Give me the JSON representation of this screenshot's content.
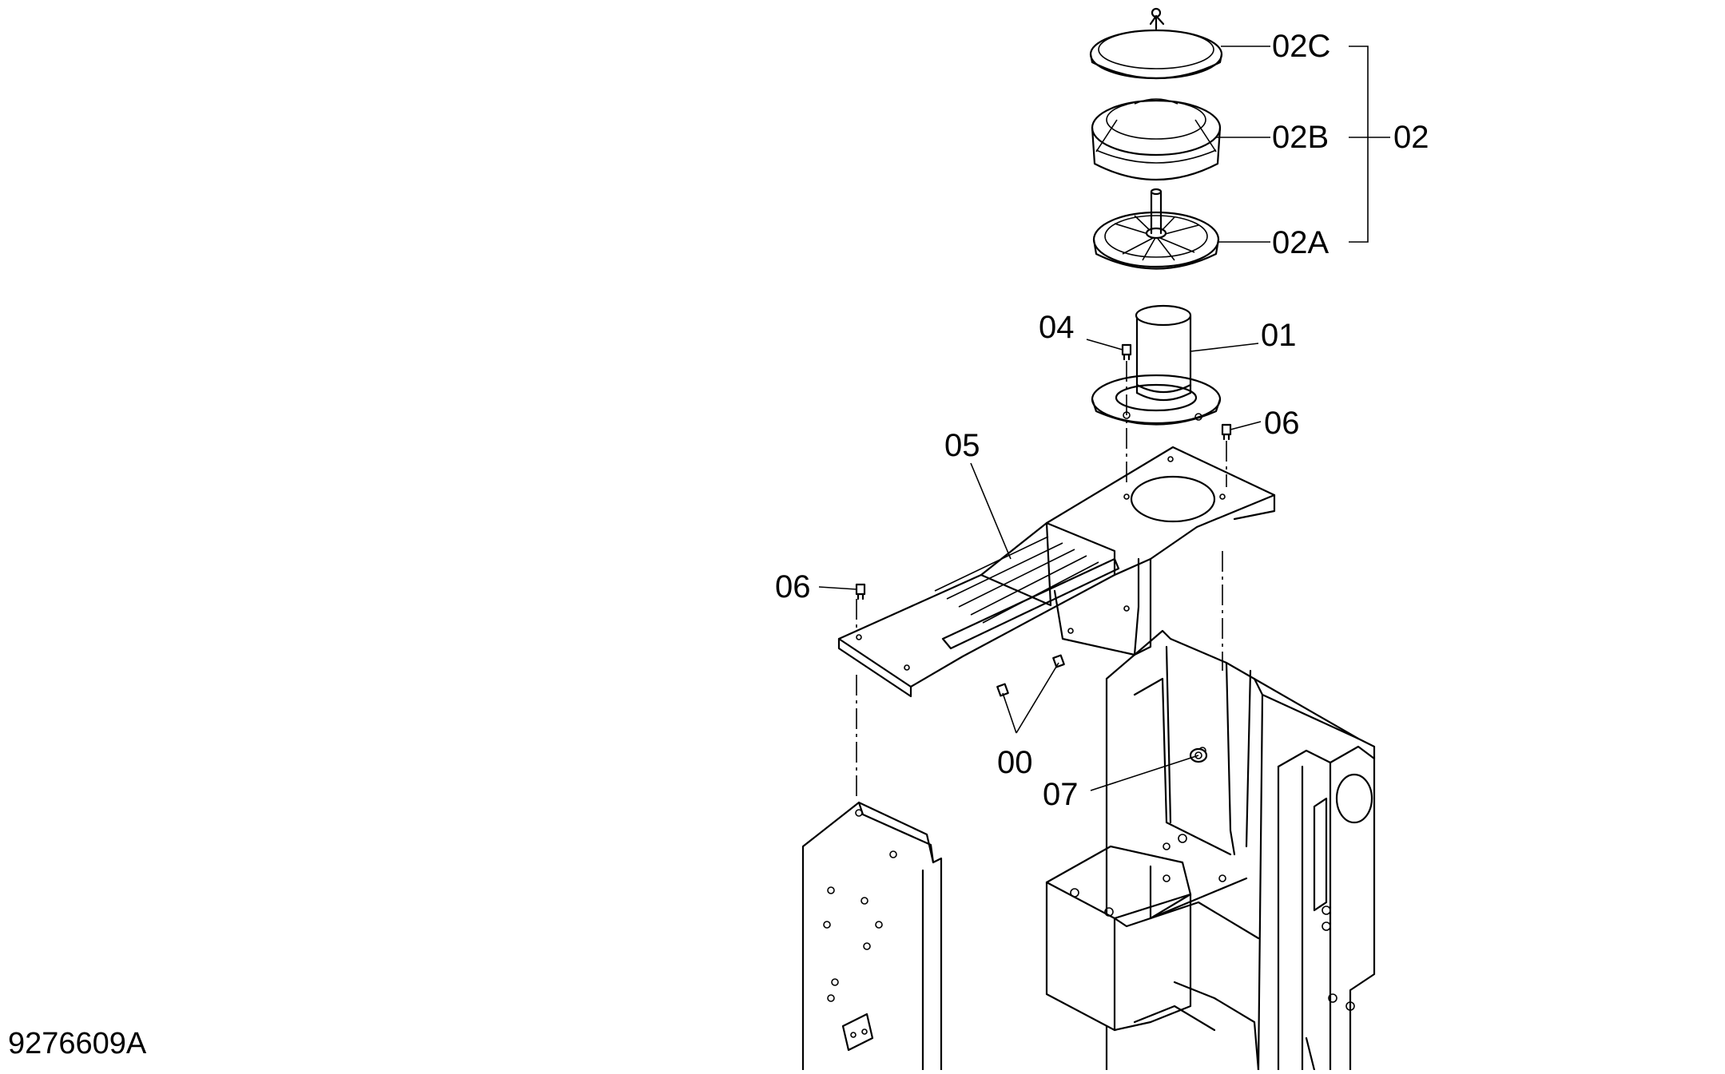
{
  "drawing_code": "9276609A",
  "callouts": {
    "c02C": "02C",
    "c02B": "02B",
    "c02A": "02A",
    "c02": "02",
    "c04": "04",
    "c01": "01",
    "c06_top": "06",
    "c05": "05",
    "c06_left": "06",
    "c00": "00",
    "c07": "07"
  }
}
